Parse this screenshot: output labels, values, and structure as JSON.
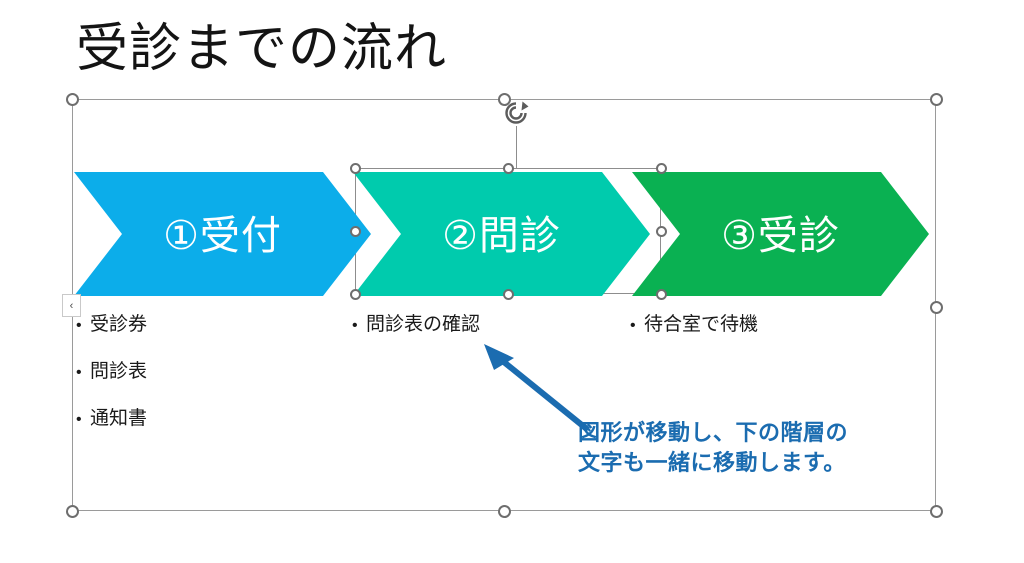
{
  "slide": {
    "title": "受診までの流れ"
  },
  "smartart": {
    "steps": [
      {
        "label": "①受付",
        "color": "#0cadea"
      },
      {
        "label": "②問診",
        "color": "#00cbad"
      },
      {
        "label": "③受診",
        "color": "#0ab152"
      }
    ],
    "bullet_lists": [
      {
        "items": [
          "受診券",
          "問診表",
          "通知書"
        ]
      },
      {
        "items": [
          "問診表の確認"
        ]
      },
      {
        "items": [
          "待合室で待機"
        ]
      }
    ],
    "bullet_glyph": "•"
  },
  "selection": {
    "outer_frame_selected": true,
    "inner_shape_selected_index": 1,
    "rotate_handle_icon": "rotate-icon",
    "pane_toggle_glyph": "‹"
  },
  "annotation": {
    "line1": "図形が移動し、下の階層の",
    "line2": "文字も一緒に移動します。",
    "color": "#1b6cb0",
    "arrow_icon": "arrow-up-left-icon"
  }
}
